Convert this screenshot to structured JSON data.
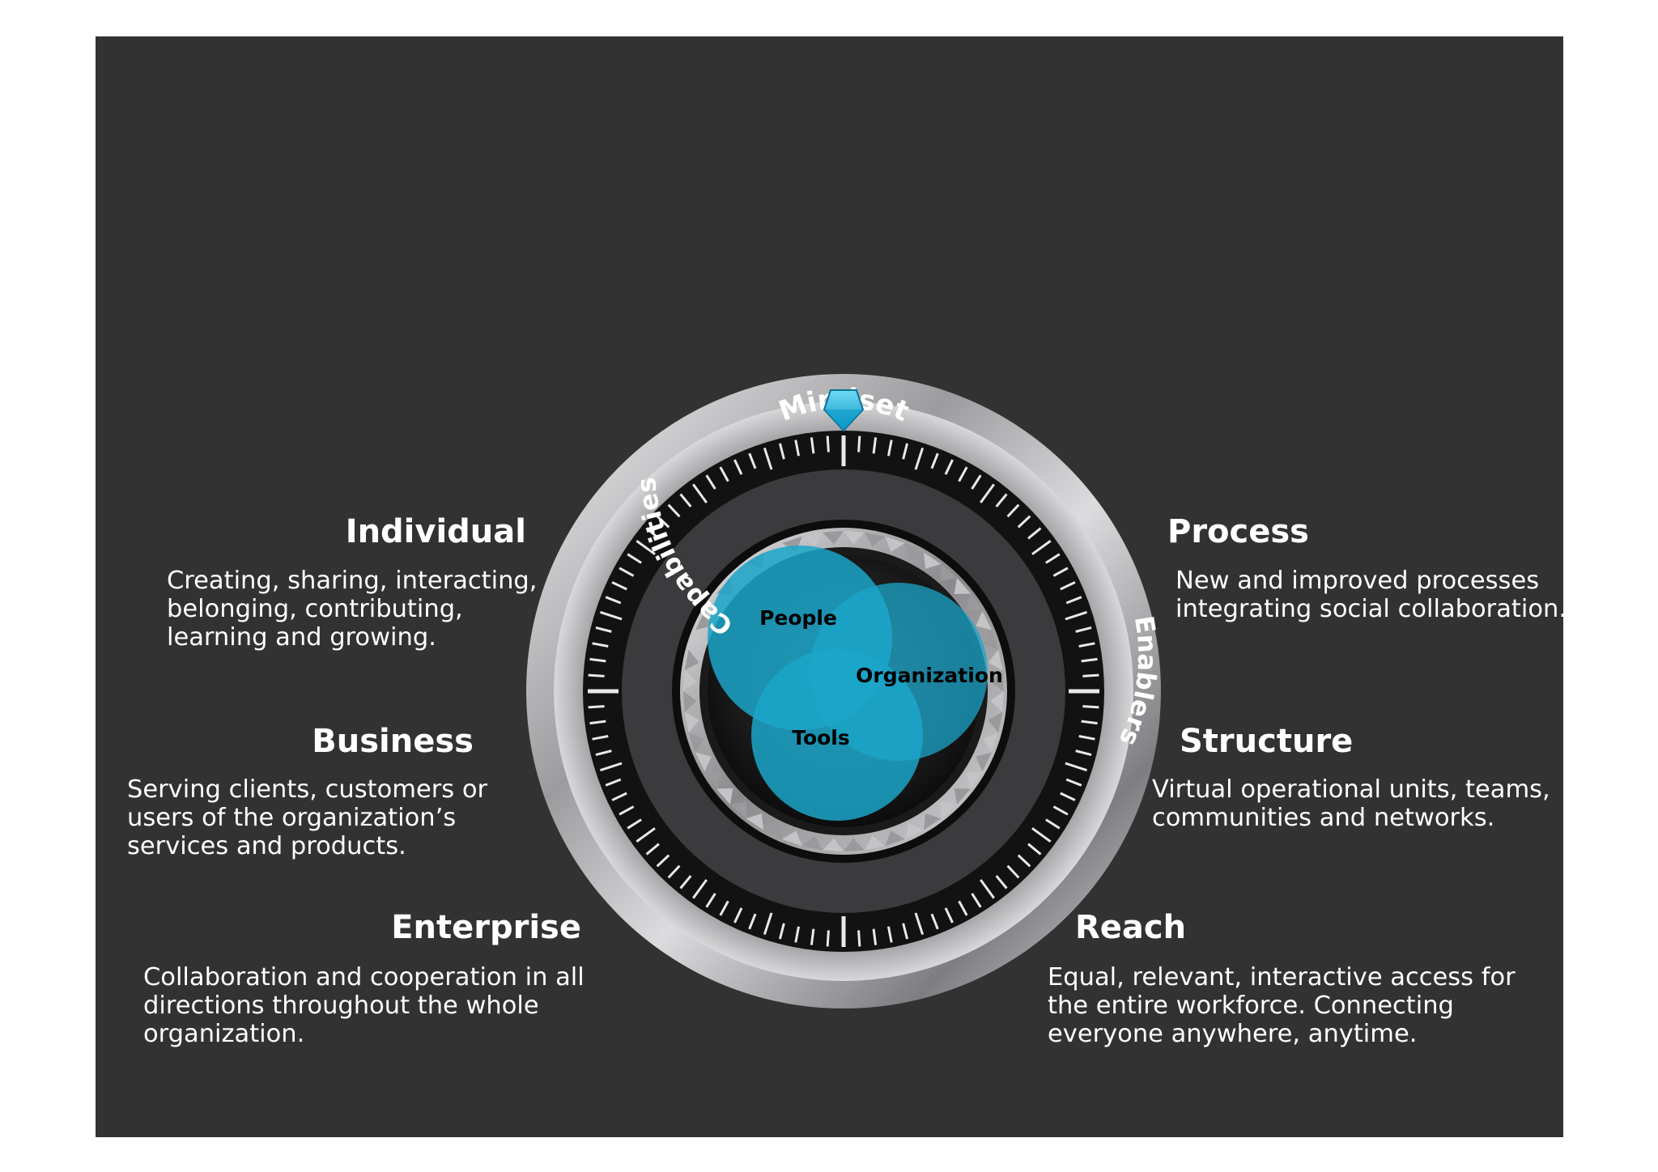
{
  "dial": {
    "ring_labels": {
      "top": "Mindset",
      "left": "Capabilities",
      "right": "Enablers"
    },
    "circles": {
      "people": "People",
      "organization": "Organization",
      "tools": "Tools"
    },
    "colors": {
      "background": "#323233",
      "accent": "#1ba6c9",
      "ring_silver": "#c9c9cb"
    },
    "icons": [
      "pointer-gem-icon"
    ]
  },
  "left": [
    {
      "title": "Individual",
      "text": "Creating, sharing, interacting,\nbelonging, contributing,\nlearning and growing."
    },
    {
      "title": "Business",
      "text": "Serving clients, customers or\nusers of the organization’s\nservices and products."
    },
    {
      "title": "Enterprise",
      "text": "Collaboration and cooperation in all\ndirections throughout the whole\norganization."
    }
  ],
  "right": [
    {
      "title": "Process",
      "text": "New and improved processes\nintegrating social collaboration."
    },
    {
      "title": "Structure",
      "text": "Virtual operational units, teams,\ncommunities and networks."
    },
    {
      "title": "Reach",
      "text": "Equal, relevant, interactive access for\nthe entire workforce. Connecting\neveryone anywhere, anytime."
    }
  ]
}
